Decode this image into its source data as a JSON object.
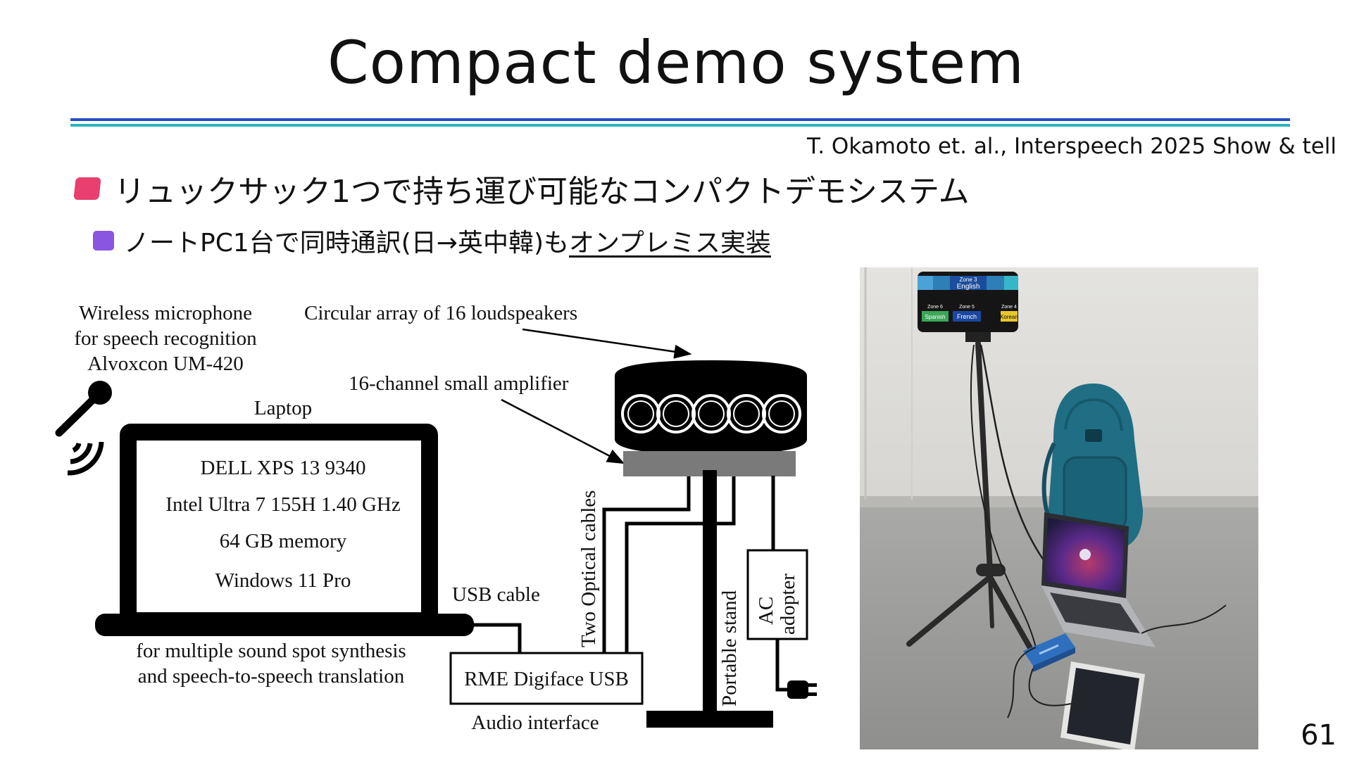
{
  "slide": {
    "title": "Compact demo system",
    "citation": "T. Okamoto et. al., Interspeech 2025 Show & tell",
    "bullet_main": "リュックサック1つで持ち運び可能なコンパクトデモシステム",
    "bullet_sub_prefix": "ノートPC1台で同時通訳(日→英中韓)も",
    "bullet_sub_underlined": "オンプレミス実装",
    "page_number": "61"
  },
  "diagram": {
    "mic_label_1": "Wireless microphone",
    "mic_label_2": "for speech recognition",
    "mic_label_3": "Alvoxcon UM-420",
    "laptop_label": "Laptop",
    "laptop_spec_1": "DELL XPS 13 9340",
    "laptop_spec_2": "Intel Ultra 7 155H 1.40 GHz",
    "laptop_spec_3": "64 GB memory",
    "laptop_spec_4": "Windows 11 Pro",
    "purpose_1": "for multiple sound spot synthesis",
    "purpose_2": "and speech-to-speech translation",
    "speaker_array_label": "Circular array of 16 loudspeakers",
    "amplifier_label": "16-channel small amplifier",
    "optical_label": "Two Optical cables",
    "usb_label": "USB cable",
    "interface_box": "RME Digiface USB",
    "interface_label": "Audio interface",
    "stand_label": "Portable stand",
    "ac_label_1": "AC",
    "ac_label_2": "adopter"
  },
  "photo": {
    "zone_top": "Zone 3",
    "lang_top": "English",
    "zone_left": "Zone 6",
    "lang_left": "Spanish",
    "zone_mid": "Zone 5",
    "lang_mid": "French",
    "zone_right": "Zone 4",
    "lang_right": "Korean"
  },
  "colors": {
    "title_rule_blue": "#2450c8",
    "title_rule_teal": "#2eb5bb",
    "bullet_pink": "#e83f6f",
    "bullet_purple": "#8a55e0"
  }
}
